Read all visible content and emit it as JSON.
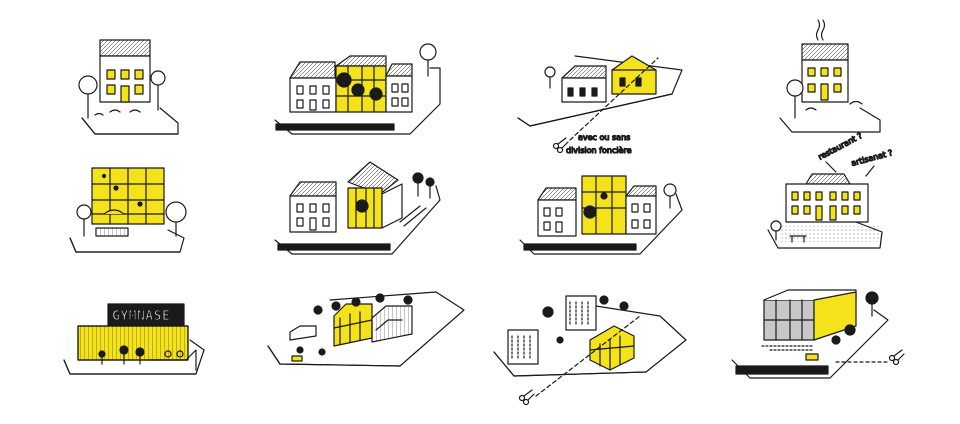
{
  "illustration": {
    "palette": {
      "ink": "#1a1a1a",
      "accent": "#f4e21a",
      "paper": "#ffffff",
      "grey": "#c8c8c8"
    },
    "grid": {
      "rows": 3,
      "columns": 4
    },
    "annotations": {
      "division_note_line1": "avec ou sans",
      "division_note_line2": "division foncière",
      "bubble_restaurant": "restaurant ?",
      "bubble_artisanat": "artisanat ?",
      "gym_sign": "GYMNASE"
    },
    "icons": [
      "scissors-icon",
      "tree-icon",
      "house-icon",
      "smoke-icon",
      "car-icon",
      "bench-icon"
    ]
  }
}
